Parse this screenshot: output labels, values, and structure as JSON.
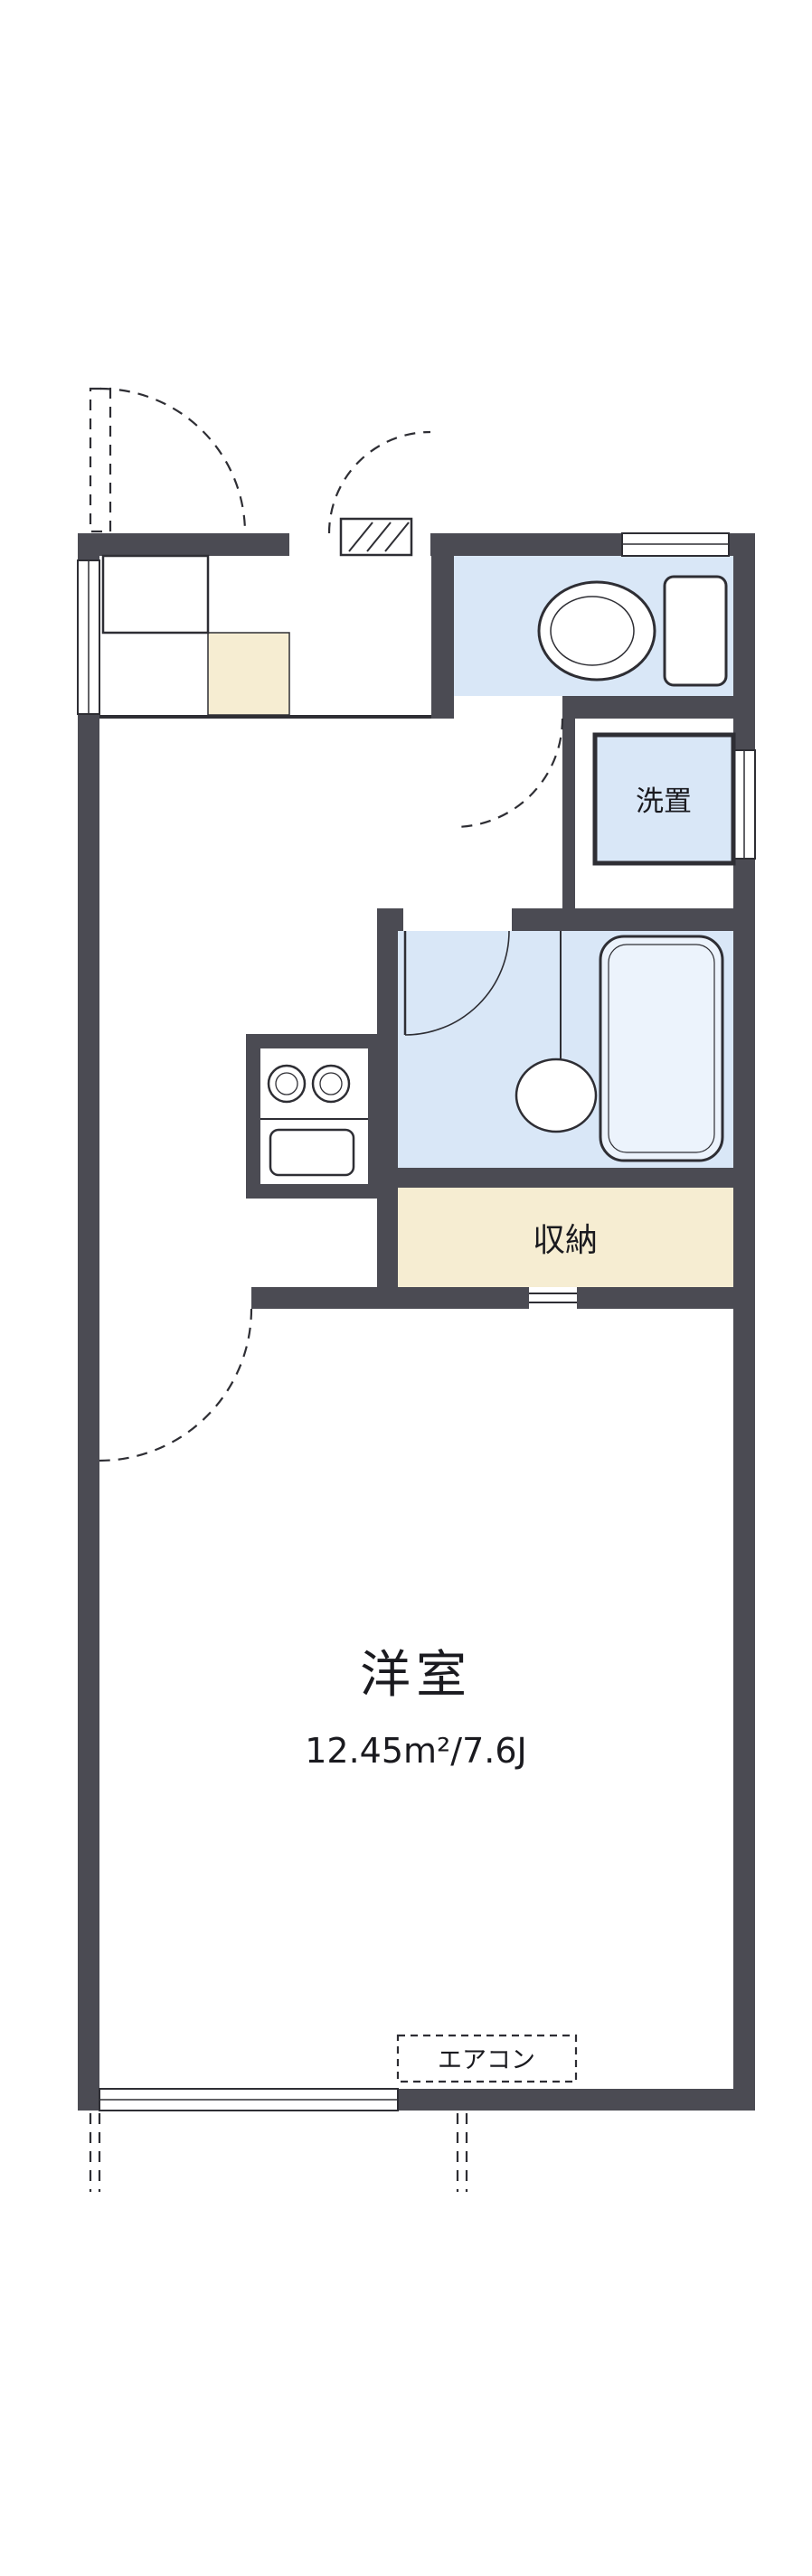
{
  "floorplan": {
    "labels": {
      "main_room": "洋室",
      "main_room_area": "12.45m²/7.6J",
      "storage": "収納",
      "washer_space": "洗置",
      "air_conditioner": "エアコン"
    },
    "colors": {
      "wall": "#4b4b53",
      "wet": "#d9e7f7",
      "tile": "#f6edd2",
      "line": "#2e2e34",
      "text": "#1a1a1f",
      "bg": "#ffffff"
    }
  }
}
